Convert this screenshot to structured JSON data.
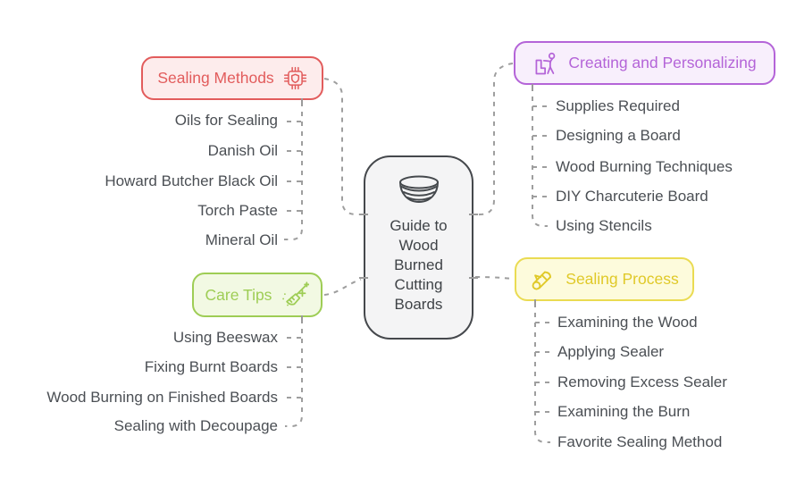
{
  "diagram": {
    "center": {
      "icon": "bowl-icon",
      "lines": [
        "Guide to",
        "Wood",
        "Burned",
        "Cutting",
        "Boards"
      ]
    },
    "branches": {
      "sealing_methods": {
        "label": "Sealing Methods",
        "icon": "chip-shield-icon",
        "accent": "#e25c5c",
        "bg": "#fdecec",
        "children": [
          "Oils for Sealing",
          "Danish Oil",
          "Howard Butcher Black Oil",
          "Torch Paste",
          "Mineral Oil"
        ]
      },
      "creating_personalizing": {
        "label": "Creating and Personalizing",
        "icon": "person-crafting-icon",
        "accent": "#b464d8",
        "bg": "#f8effc",
        "children": [
          "Supplies Required",
          "Designing a Board",
          "Wood Burning Techniques",
          "DIY Charcuterie Board",
          "Using Stencils"
        ]
      },
      "care_tips": {
        "label": "Care Tips",
        "icon": "broom-sparkles-icon",
        "accent": "#9ecd55",
        "bg": "#f2f9e3",
        "children": [
          "Using Beeswax",
          "Fixing Burnt Boards",
          "Wood Burning on Finished Boards",
          "Sealing with Decoupage"
        ]
      },
      "sealing_process": {
        "label": "Sealing Process",
        "icon": "diploma-icon",
        "accent": "#e0c928",
        "bg": "#fdfbdc",
        "children": [
          "Examining the Wood",
          "Applying Sealer",
          "Removing Excess Sealer",
          "Examining the Burn",
          "Favorite Sealing Method"
        ]
      }
    },
    "colors": {
      "connector": "#9e9e9e",
      "item_text": "#4b4f54",
      "center_border": "#45484c",
      "center_bg": "#f4f4f5"
    }
  }
}
